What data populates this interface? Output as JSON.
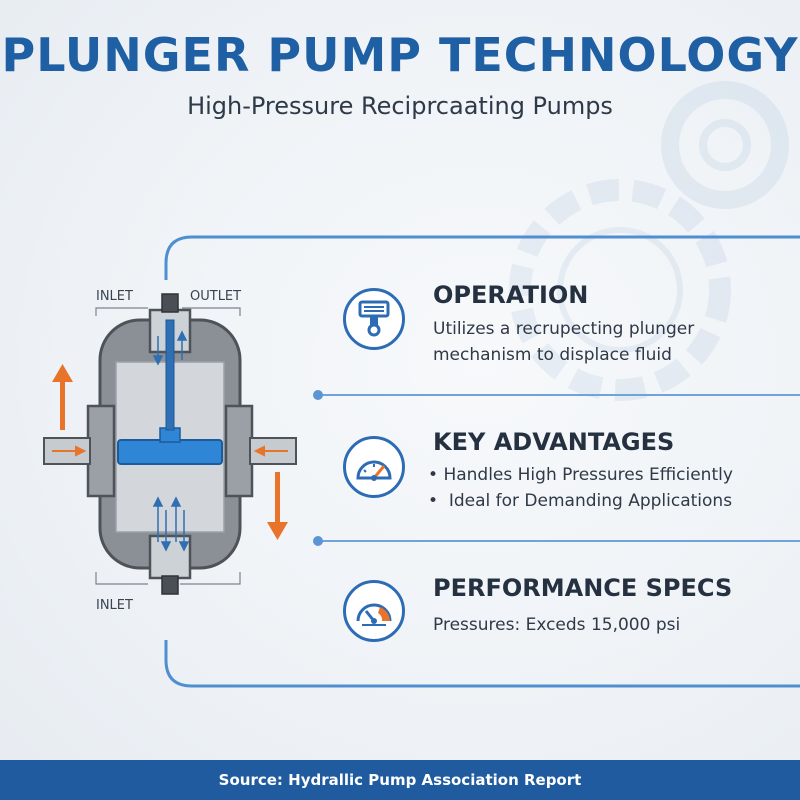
{
  "header": {
    "title": "PLUNGER PUMP TECHNOLOGY",
    "subtitle": "High-Pressure Reciprcaating Pumps"
  },
  "diagram": {
    "labels": {
      "inlet_top": "INLET",
      "outlet_top": "OUTLET",
      "inlet_bottom": "INLET"
    },
    "colors": {
      "body": "#8a9096",
      "chamber": "#d3d7db",
      "plunger": "#2f86d6",
      "arrow": "#e8742c",
      "flow": "#2f6fb3"
    }
  },
  "sections": [
    {
      "icon": "piston-icon",
      "title": "OPERATION",
      "lines": [
        "Utilizes a recrupecting plunger",
        "mechanism to displace fluid"
      ]
    },
    {
      "icon": "gauge-icon",
      "title": "KEY ADVANTAGES",
      "bullets": [
        "Handles High Pressures Efficiently",
        "Ideal for Demanding Applications"
      ]
    },
    {
      "icon": "pressure-gauge-icon",
      "title": "PERFORMANCE SPECS",
      "lines": [
        "Pressures: Exceds 15,000 psi"
      ]
    }
  ],
  "footer": {
    "source": "Source: Hydrallic Pump Association Report"
  },
  "colors": {
    "title": "#1f5fa3",
    "accent": "#2d6cb5",
    "footer_bg": "#1f5b9e"
  }
}
